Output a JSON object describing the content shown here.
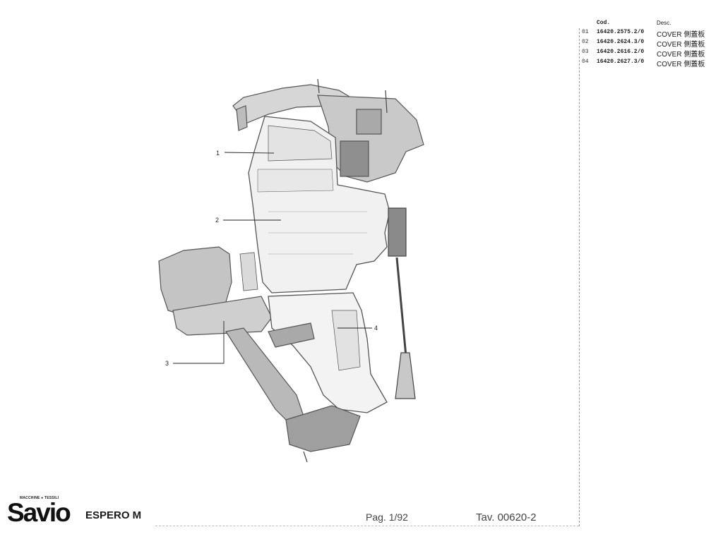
{
  "drawing": {
    "callouts": [
      {
        "label": "1"
      },
      {
        "label": "2"
      },
      {
        "label": "3"
      },
      {
        "label": "4"
      }
    ]
  },
  "parts_table": {
    "header": {
      "code": "Cod.",
      "description": "Desc."
    },
    "rows": [
      {
        "index": "01",
        "code": "16420.2575.2/0",
        "description": "COVER 側蓋板"
      },
      {
        "index": "02",
        "code": "16420.2624.3/0",
        "description": "COVER 側蓋板"
      },
      {
        "index": "03",
        "code": "16420.2616.2/0",
        "description": "COVER 側蓋板"
      },
      {
        "index": "04",
        "code": "16420.2627.3/0",
        "description": "COVER 側蓋板"
      }
    ]
  },
  "footer": {
    "logo_caption": "MACCHINE ● TESSILI",
    "logo_text": "Savio",
    "machine": "ESPERO M",
    "page": "Pag. 1/92",
    "table": "Tav. 00620-2"
  }
}
